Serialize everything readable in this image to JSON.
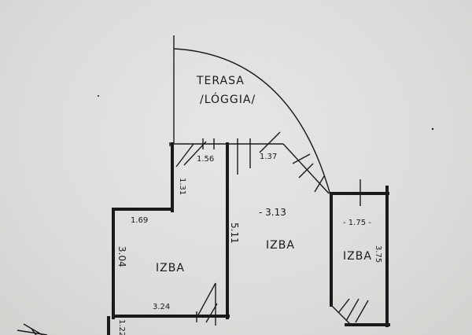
{
  "terrace": {
    "line1": "TERASA",
    "line2": "/LÓGGIA/"
  },
  "rooms": [
    {
      "label": "IZBA"
    },
    {
      "label": "IZBA"
    },
    {
      "label": "IZBA"
    }
  ],
  "dimensions": {
    "d_1_56": "1.56",
    "d_1_37": "1.37",
    "d_1_31": "1.31",
    "d_1_69": "1.69",
    "d_3_13": "- 3.13",
    "d_1_75": "- 1.75 -",
    "d_3_04": "3.04",
    "d_5_11": "5.11",
    "d_3_75": "3.75",
    "d_3_24": "3.24",
    "d_1_22": "1.22"
  },
  "colors": {
    "ink": "#1a1a1a",
    "paper": "#e4e4e2"
  }
}
